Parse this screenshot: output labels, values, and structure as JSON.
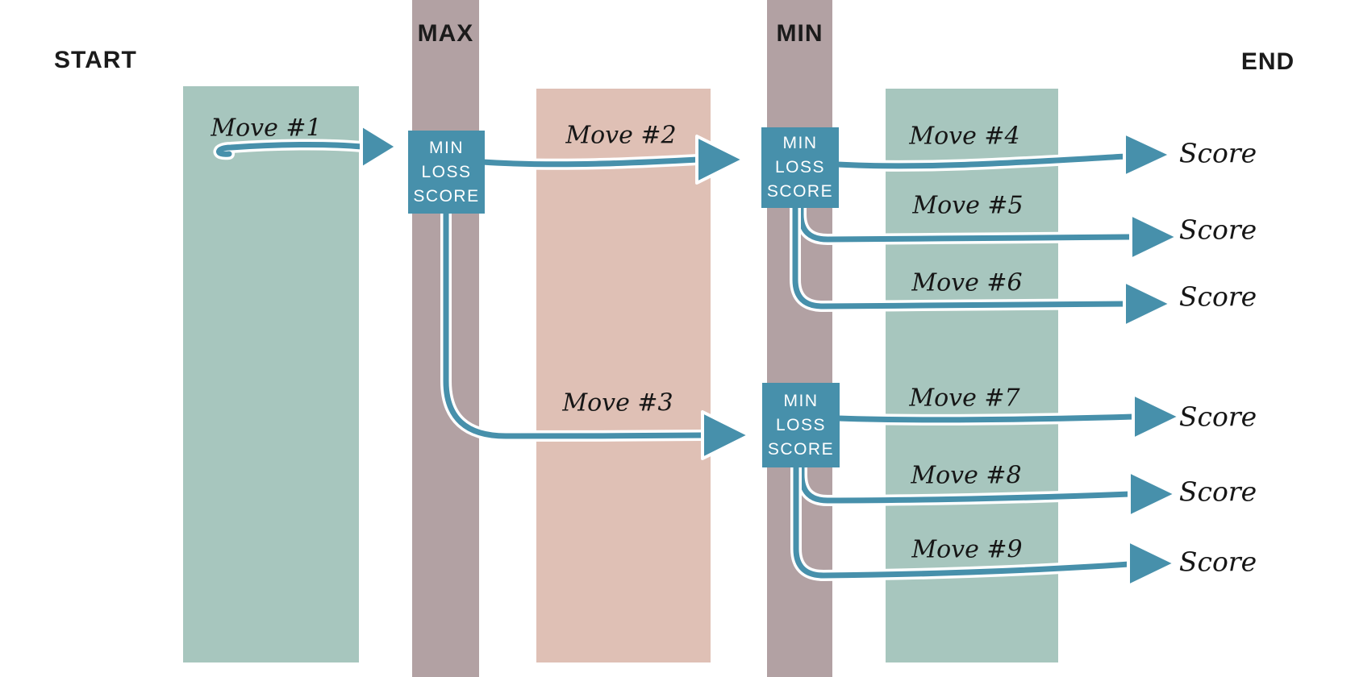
{
  "diagram": {
    "stage_labels": {
      "start": "START",
      "max": "MAX",
      "min": "MIN",
      "end": "END"
    },
    "score_box_lines": [
      "MIN",
      "LOSS",
      "SCORE"
    ],
    "moves": [
      {
        "label": "Move #1"
      },
      {
        "label": "Move #2"
      },
      {
        "label": "Move #3"
      },
      {
        "label": "Move #4"
      },
      {
        "label": "Move #5"
      },
      {
        "label": "Move #6"
      },
      {
        "label": "Move #7"
      },
      {
        "label": "Move #8"
      },
      {
        "label": "Move #9"
      }
    ],
    "scores": [
      {
        "label": "Score"
      },
      {
        "label": "Score"
      },
      {
        "label": "Score"
      },
      {
        "label": "Score"
      },
      {
        "label": "Score"
      },
      {
        "label": "Score"
      }
    ],
    "colors": {
      "teal": "#4790ab",
      "sage_green": "#a7c6be",
      "dusty_pink": "#dfc0b5",
      "mauve": "#b2a1a3",
      "text_dark": "#1b1b1b",
      "box_text": "#ffffff",
      "background": "#ffffff"
    }
  }
}
